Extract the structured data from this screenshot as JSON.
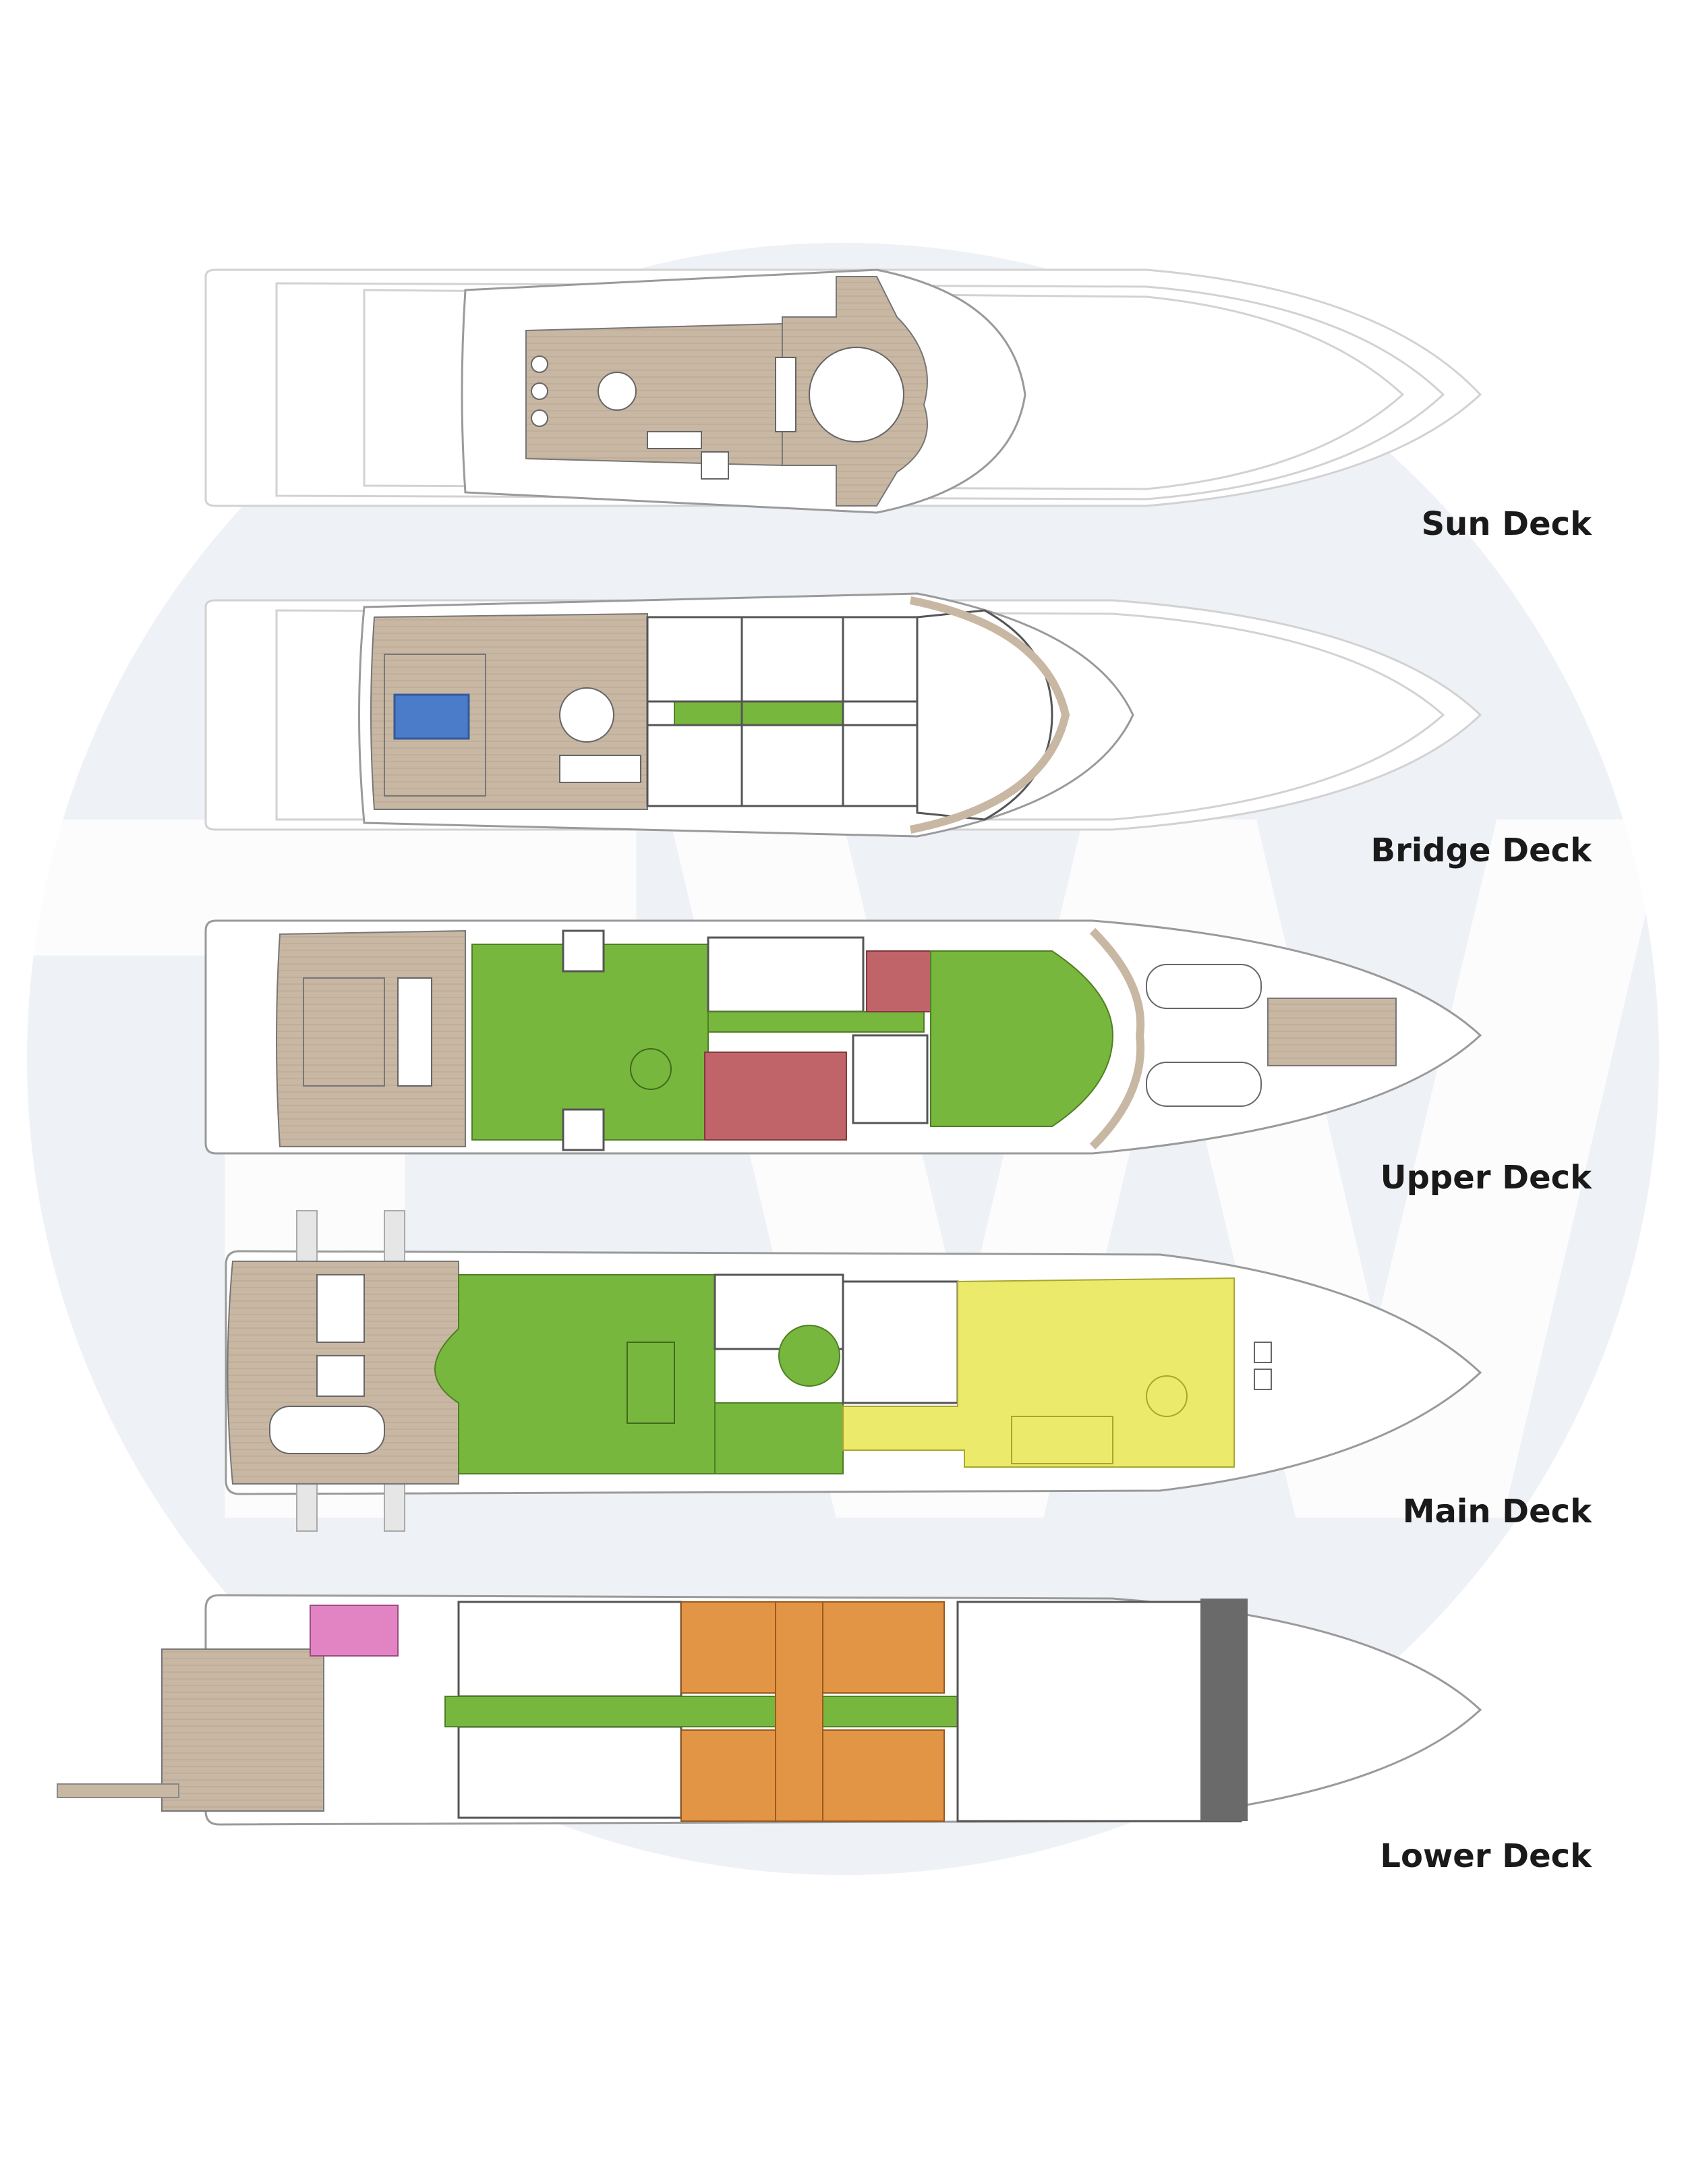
{
  "title": "",
  "watermark": {
    "text": "TW",
    "circle_color": "#eef1f6",
    "letter_color": "#ffffff"
  },
  "colors": {
    "teak": "#c8b7a3",
    "owner_green": "#78b73d",
    "vip_red": "#c0646a",
    "master_yellow": "#ecea6a",
    "guest_orange": "#e39546",
    "staff_pink": "#e284c3",
    "pool_blue": "#4a7cc9",
    "crew_grey": "#6a6a6a"
  },
  "decks": [
    {
      "id": "sun",
      "label": "Sun Deck"
    },
    {
      "id": "bridge",
      "label": "Bridge Deck"
    },
    {
      "id": "upper",
      "label": "Upper Deck"
    },
    {
      "id": "main",
      "label": "Main Deck"
    },
    {
      "id": "lower",
      "label": "Lower Deck"
    }
  ]
}
